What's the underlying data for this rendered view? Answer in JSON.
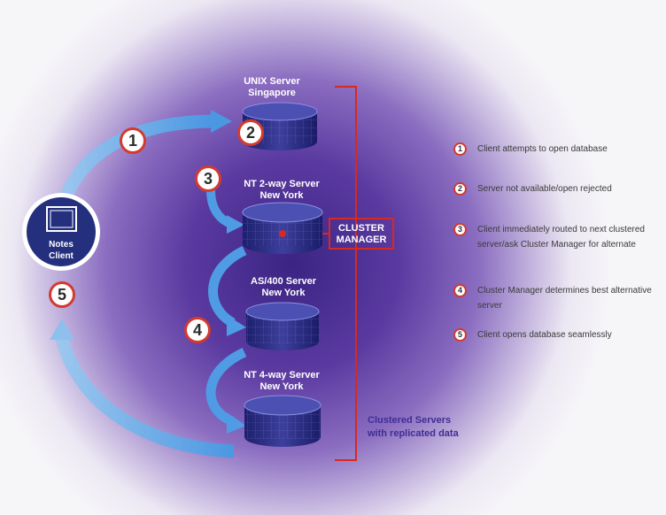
{
  "servers": [
    {
      "label": "UNIX Server\nSingapore"
    },
    {
      "label": "NT 2-way Server\nNew York"
    },
    {
      "label": "AS/400 Server\nNew York"
    },
    {
      "label": "NT 4-way Server\nNew York"
    }
  ],
  "client": {
    "label": "Notes\nClient"
  },
  "cluster_manager": "CLUSTER\nMANAGER",
  "steps": [
    {
      "n": "1",
      "text": "Client attempts to open database"
    },
    {
      "n": "2",
      "text": "Server not available/open rejected"
    },
    {
      "n": "3",
      "text": "Client immediately routed to next clustered server/ask Cluster Manager for alternate"
    },
    {
      "n": "4",
      "text": "Cluster Manager determines best alternative server"
    },
    {
      "n": "5",
      "text": "Client opens database seamlessly"
    }
  ],
  "caption": "Clustered Servers\nwith replicated data",
  "colors": {
    "accent_red": "#d52a20",
    "arrow_blue": "#4a97e2",
    "server_blue": "#2a2c86",
    "caption_blue": "#3f2e94"
  }
}
